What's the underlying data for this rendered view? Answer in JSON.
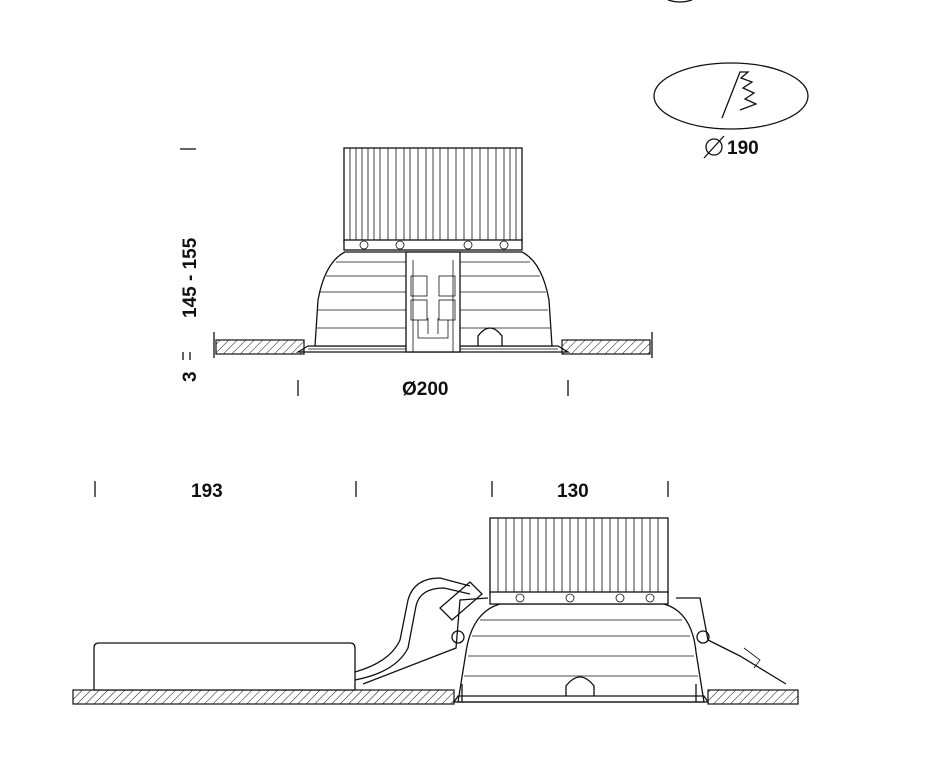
{
  "cutout_detail": {
    "diameter_label": "190"
  },
  "front_view": {
    "height_label": "145 - 155",
    "trim_label": "3",
    "diameter_label": "Ø200"
  },
  "side_view": {
    "driver_length_label": "193",
    "width_label": "130"
  }
}
